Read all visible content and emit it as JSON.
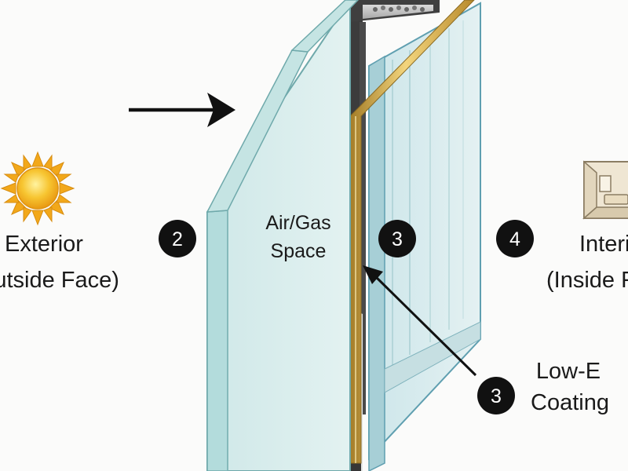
{
  "labels": {
    "exterior_line1": "Exterior",
    "exterior_line2": "(Outside Face)",
    "interior_line1": "Interior",
    "interior_line2": "(Inside Face)",
    "gap_line1": "Air/Gas",
    "gap_line2": "Space",
    "coating_line1": "Low-E",
    "coating_line2": "Coating"
  },
  "badges": {
    "exterior_surface": "2",
    "coating_surface": "3",
    "interior_surface": "4",
    "coating_callout": "3"
  },
  "icons": {
    "exterior": "sun-icon",
    "interior": "room-icon",
    "direction": "arrow-right-icon"
  },
  "colors": {
    "glass_front": "#d3ebea",
    "glass_edge": "#8fc6c5",
    "spacer_dark": "#3d3d3d",
    "coating_gold": "#d8b052",
    "sun_fill": "#f2b21a",
    "badge": "#111111"
  }
}
